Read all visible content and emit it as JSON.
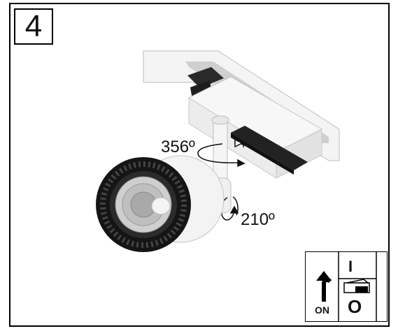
{
  "step": {
    "number": "4"
  },
  "rotation": {
    "horizontal_label": "356º",
    "vertical_label": "210º"
  },
  "switch_panel": {
    "on_label": "ON",
    "symbol_on": "I",
    "symbol_off": "O"
  },
  "colors": {
    "line": "#000000",
    "track": "#f2f2f2",
    "shadow": "#d4d4d4",
    "ring": "#1a1a1a",
    "lens": "#cfcfcf"
  }
}
